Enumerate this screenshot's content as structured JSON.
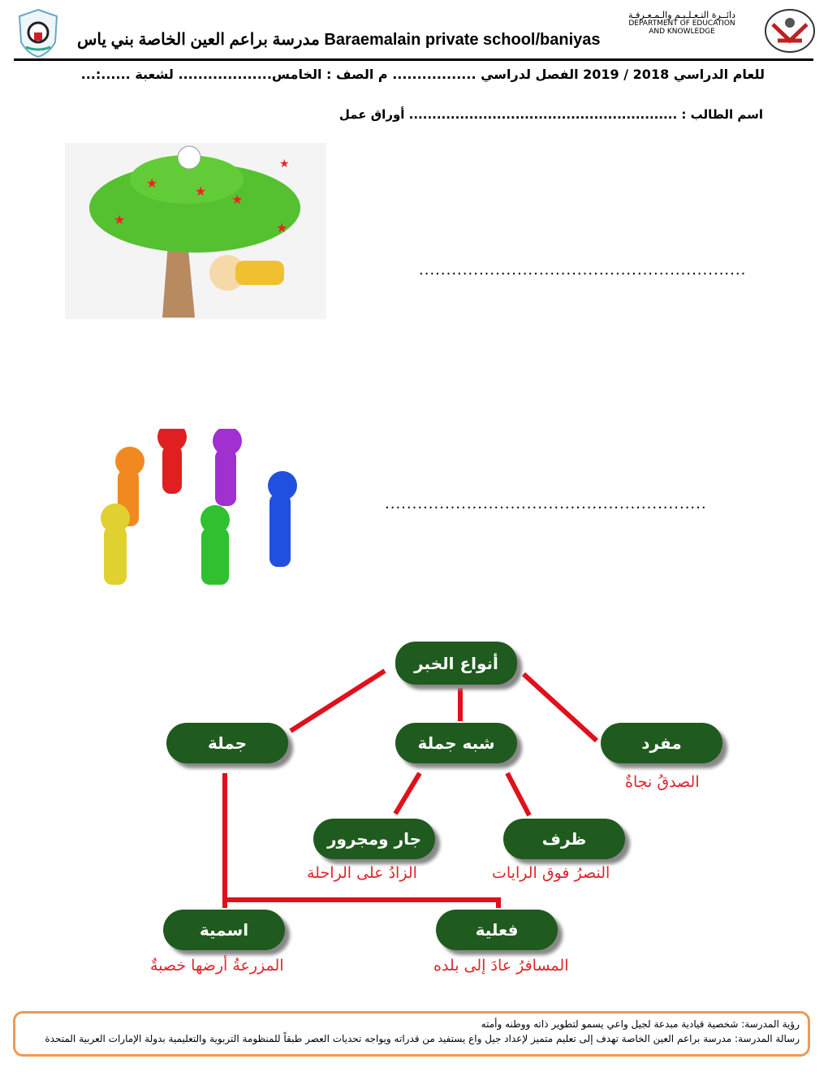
{
  "header": {
    "school_title": "Baraemalain private school/baniyas",
    "school_title_ar": "مدرسة براعم العين الخاصة بني ياس",
    "dept_ar": "دائــرة التـعـلـيـم والـمـعـرفـة",
    "dept_en1": "DEPARTMENT OF EDUCATION",
    "dept_en2": "AND KNOWLEDGE"
  },
  "info": {
    "line1": "للعام الدراسي 2018 / 2019 الفصل لدراسي ................. م الصف : الخامس................... لشعبة ......:...",
    "line2": "اسم الطالب : .......................................................... أوراق عمل"
  },
  "answers": {
    "blank1": "............................................................",
    "blank2": "..........................................................."
  },
  "diagram": {
    "root": "أنواع الخبر",
    "jumla": "جملة",
    "shibh": "شبه جملة",
    "mufrad": "مفرد",
    "jar": "جار ومجرور",
    "tharf": "ظرف",
    "ismiya": "اسمية",
    "filiya": "فعلية",
    "ex_mufrad": "الصدقُ نجاةٌ",
    "ex_jar": "الزادُ على الراحلة",
    "ex_tharf": "النصرُ فوق الرايات",
    "ex_ismiya": "المزرعةُ أرضها خصبةٌ",
    "ex_filiya": "المسافرُ عادَ إلى بلده"
  },
  "footer": {
    "vision": "رؤية المدرسة: شخصية قيادية مبدعة لجيل واعي يسمو لتطوير ذاته ووطنه وأمته",
    "mission": "رسالة المدرسة: مدرسة براعم العين الخاصة تهدف إلى تعليم متميز لإعداد جيل واع يستفيد من قدراته ويواجه تحديات العصر طبقاً للمنظومة التربوية والتعليمية بدولة الإمارات العربية المتحدة"
  },
  "colors": {
    "box": "#1f5a1e",
    "line": "#e0101c",
    "example": "#e0242a",
    "footer_border": "#ee9a55"
  }
}
